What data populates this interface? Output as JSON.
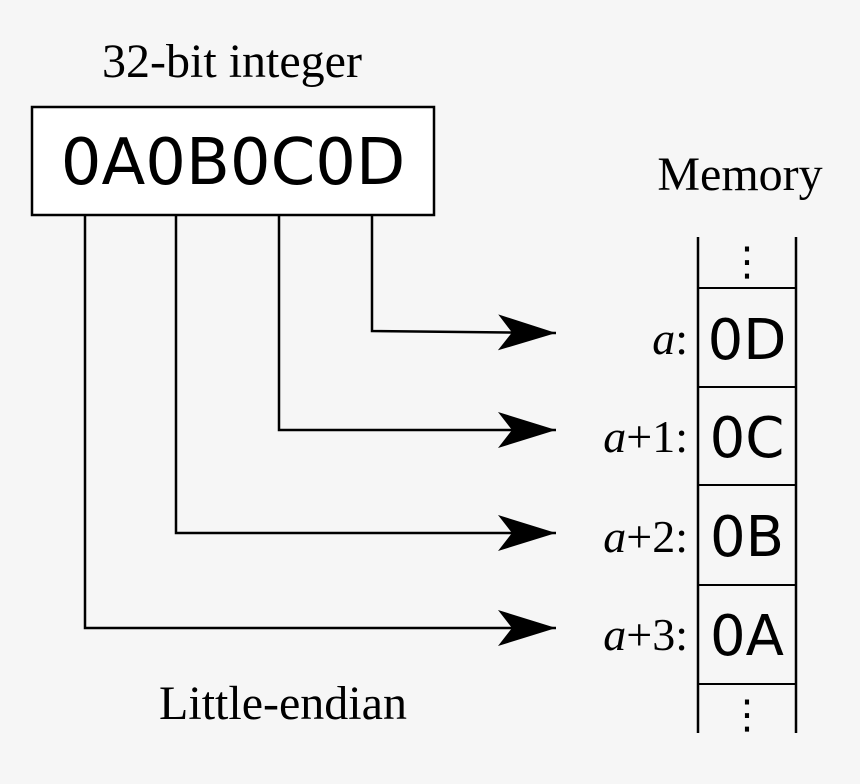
{
  "integer_label": "32-bit integer",
  "integer_value": "0A0B0C0D",
  "memory_label": "Memory",
  "caption": "Little-endian",
  "ellipsis": "⋮",
  "memory": [
    {
      "base": "a",
      "offset": "",
      "value": "0D"
    },
    {
      "base": "a",
      "offset": "+1",
      "value": "0C"
    },
    {
      "base": "a",
      "offset": "+2",
      "value": "0B"
    },
    {
      "base": "a",
      "offset": "+3",
      "value": "0A"
    }
  ],
  "colors": {
    "background": "#f6f6f6",
    "stroke": "#000000",
    "box_fill": "#ffffff"
  }
}
